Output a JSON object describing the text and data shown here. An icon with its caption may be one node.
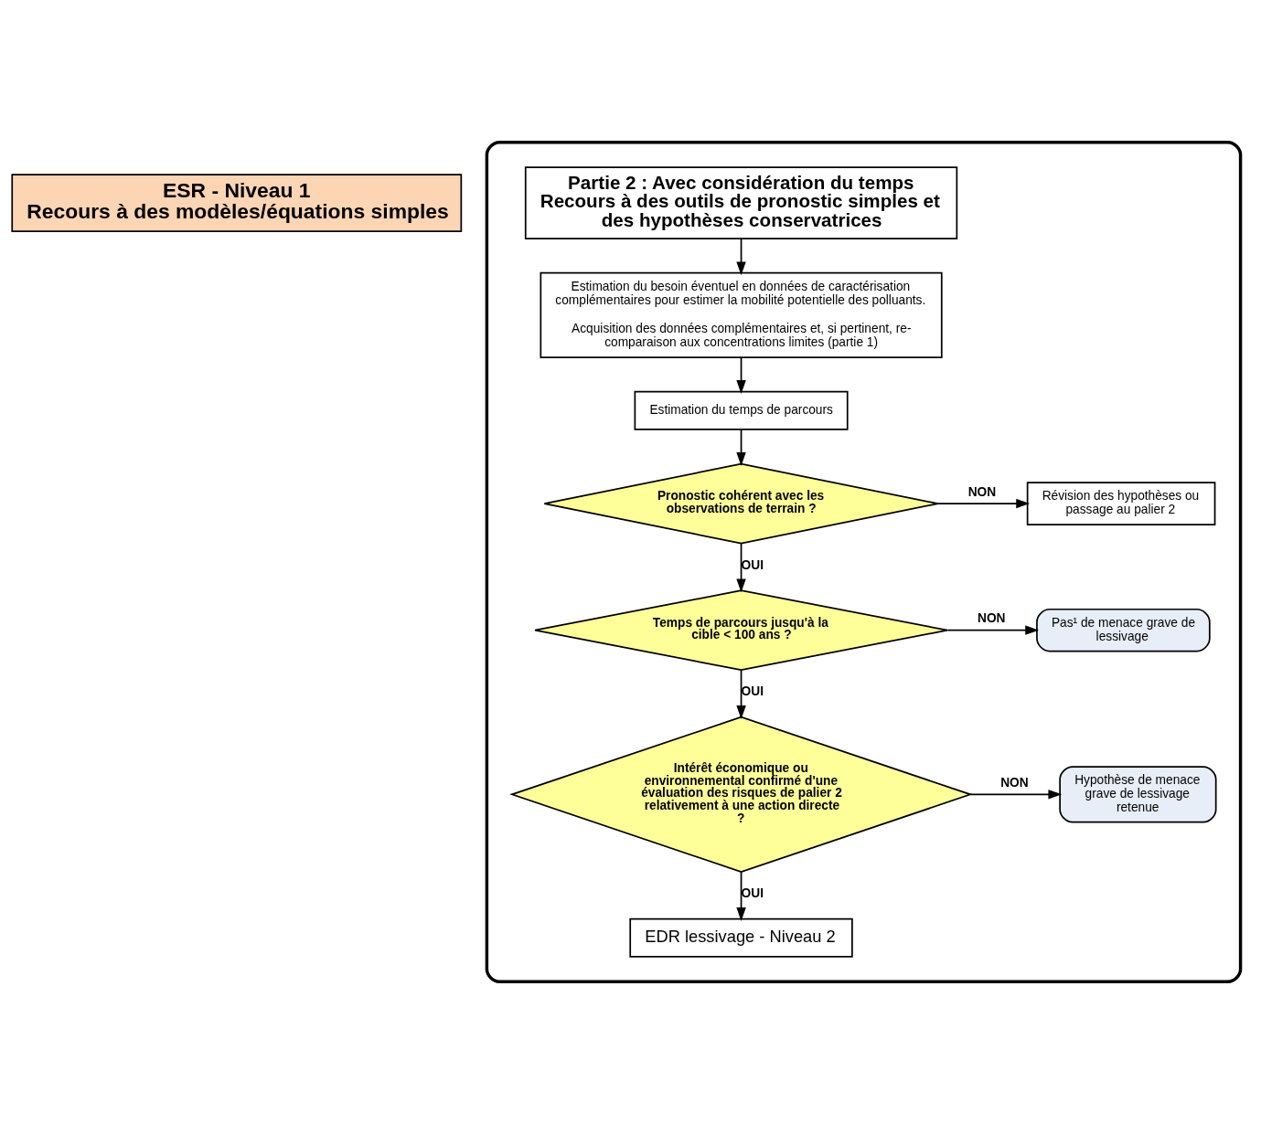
{
  "diagram": {
    "nodes": [
      {
        "text": [
          "ESR - Niveau 1",
          "Recours à des modèles/équations simples"
        ]
      },
      {
        "text": [],
        "shape": "box"
      },
      {
        "text": [
          "Partie 2 : Avec considération du temps",
          "Recours à des outils de pronostic simples et des hypothèses conservatrices"
        ],
        "in": 1
      },
      {
        "text": [
          "Estimation du besoin éventuel en données de caractérisation complémentaires pour estimer la mobilité potentielle des polluants.",
          "Acquisition des données complémentaires et, si pertinent, re-comparaison aux concentrations limites (partie 1)"
        ],
        "in": 1
      },
      {
        "text": [
          "Estimation du temps de parcours"
        ],
        "in": 1
      },
      {
        "text": [
          "Pronostic cohérent avec les observations de terrain ?"
        ],
        "in": 1
      },
      {
        "text": [
          "Révision des hypothèses ou passage au palier 2"
        ],
        "in": 1
      },
      {
        "text": [
          "Temps de parcours jusqu'à la cible < 100 ans ?"
        ],
        "in": 1
      },
      {
        "text": [
          "Pas¹ de menace grave de lessivage"
        ],
        "in": 1
      },
      {
        "text": [
          "Intérêt économique ou environnemental confirmé d'une évaluation des risques de palier 2 relativement à une action directe ?"
        ],
        "in": 1
      },
      {
        "text": [
          "Hypothèse de menace grave de lessivage retenue"
        ],
        "in": 1
      },
      {
        "text": [
          "EDR lessivage - Niveau 2"
        ],
        "in": 1
      }
    ],
    "edges": [
      {
        "from": 2,
        "to": 3,
        "arrow": "to"
      },
      {
        "from": 3,
        "to": 4,
        "arrow": "to"
      },
      {
        "from": 4,
        "to": 5,
        "arrow": "to"
      },
      {
        "from": 5,
        "to": 6,
        "arrow": "to",
        "label": "NON"
      },
      {
        "from": 5,
        "to": 7,
        "arrow": "to",
        "label": "OUI"
      },
      {
        "from": 7,
        "to": 8,
        "arrow": "to",
        "label": "NON"
      },
      {
        "from": 7,
        "to": 9,
        "arrow": "to",
        "label": "OUI"
      },
      {
        "from": 9,
        "to": 10,
        "arrow": "to",
        "label": "NON"
      },
      {
        "from": 9,
        "to": 11,
        "arrow": "to",
        "label": "OUI"
      }
    ]
  }
}
